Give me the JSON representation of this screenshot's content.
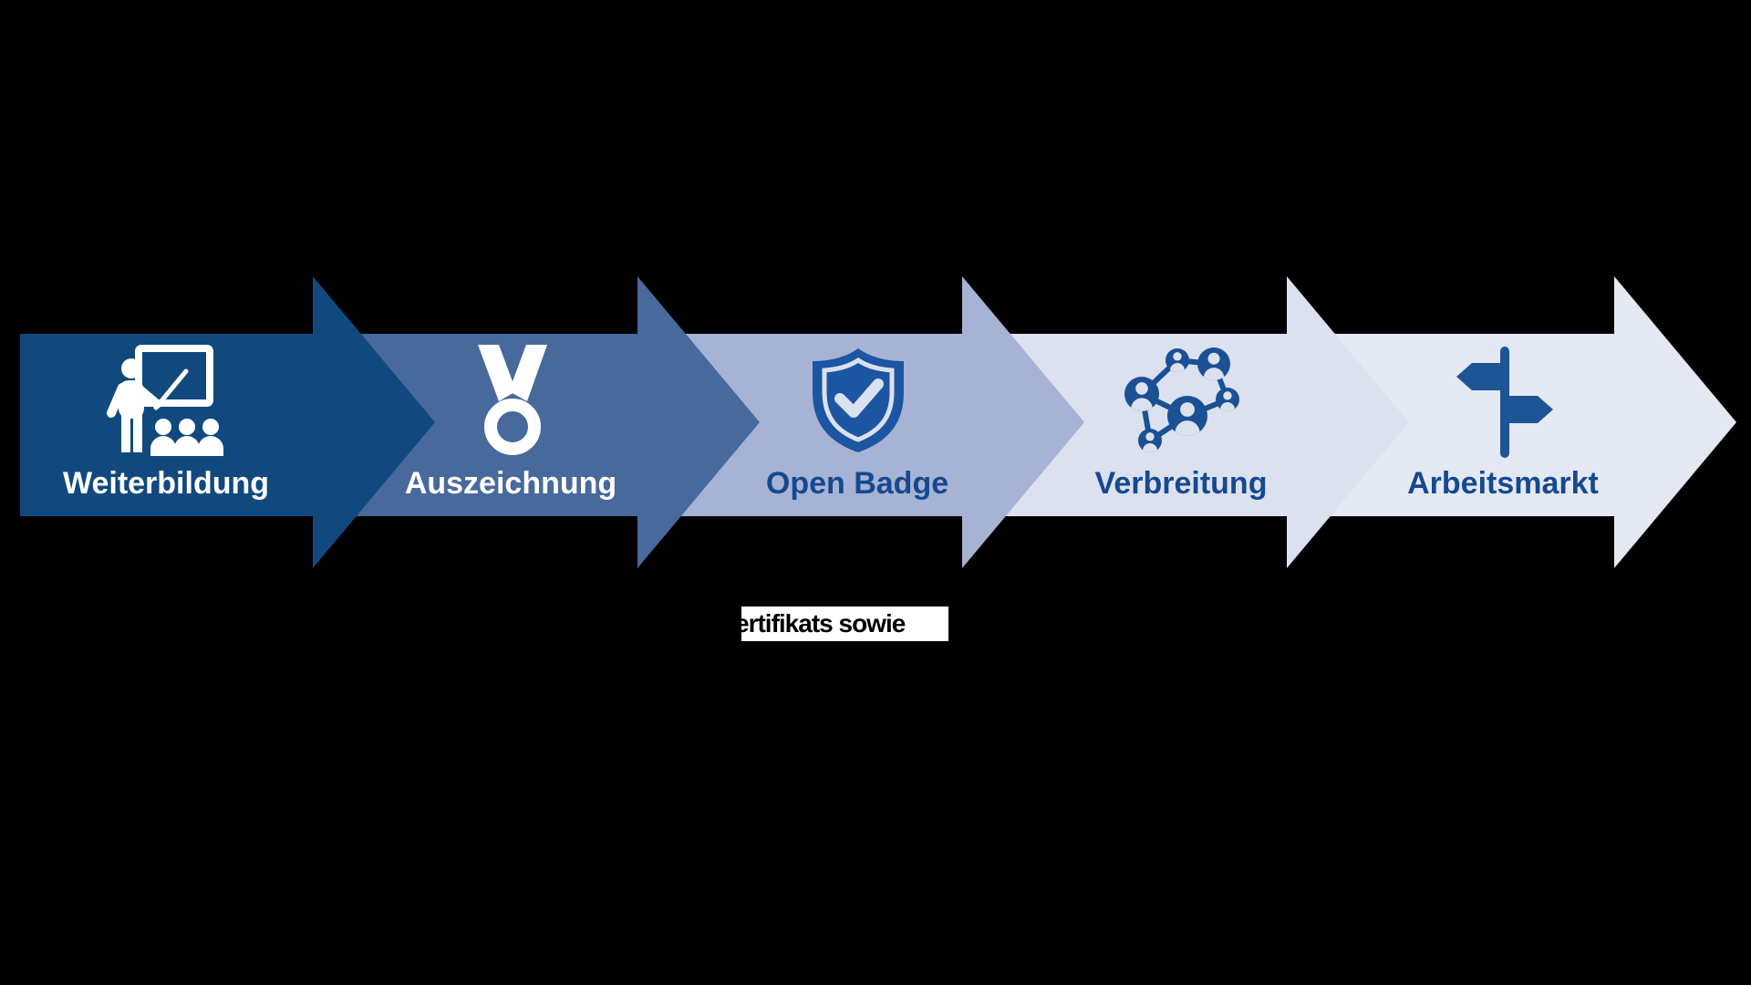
{
  "diagram": {
    "background": "#000000",
    "steps": [
      {
        "label": "Weiterbildung",
        "body_color": "#11497E",
        "label_color": "#FFFFFF",
        "icon": "presentation-teacher",
        "icon_color": "#FFFFFF"
      },
      {
        "label": "Auszeichnung",
        "body_color": "#48699C",
        "label_color": "#FFFFFF",
        "icon": "medal",
        "icon_color": "#FFFFFF"
      },
      {
        "label": "Open Badge",
        "body_color": "#A7B3D4",
        "label_color": "#16498F",
        "icon": "shield-check",
        "icon_color": "#1C55A2"
      },
      {
        "label": "Verbreitung",
        "body_color": "#DBE1EF",
        "label_color": "#16498F",
        "icon": "people-network",
        "icon_color": "#1B5095"
      },
      {
        "label": "Arbeitsmarkt",
        "body_color": "#E3E8F3",
        "label_color": "#16498F",
        "icon": "signpost",
        "icon_color": "#1D5494"
      }
    ],
    "caption_fragment": {
      "text": "ertifikats sowie",
      "color": "#000000",
      "background": "#FFFFFF"
    },
    "shield_detail_color": "#D9E1F0"
  }
}
